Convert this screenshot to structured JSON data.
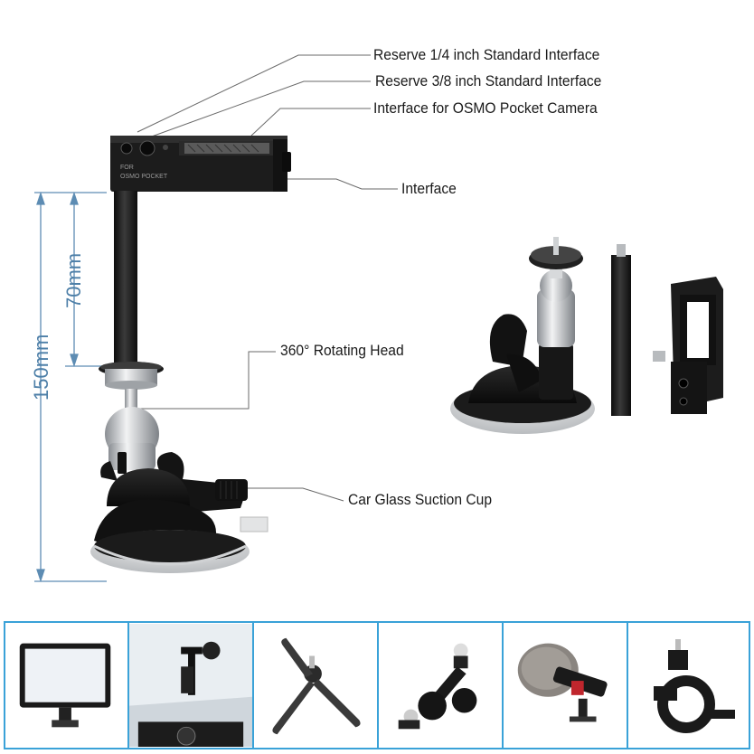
{
  "callouts": {
    "quarter_inch": "Reserve 1/4 inch Standard Interface",
    "three_eighths_inch": "Reserve 3/8 inch Standard Interface",
    "osmo_interface": "Interface for OSMO Pocket Camera",
    "interface": "Interface",
    "rotating_head": "360° Rotating Head",
    "suction_cup": "Car Glass Suction Cup"
  },
  "dimensions": {
    "total_height": "150mm",
    "rod_height": "70mm"
  },
  "product_engraving": {
    "line1": "FOR",
    "line2": "OSMO POCKET"
  },
  "colors": {
    "accent_blue": "#3aa2d8",
    "dimension_blue": "#4d7fa8",
    "metal_black": "#1e1e1e",
    "silver": "#c8ccd0"
  },
  "thumbnails": [
    {
      "icon": "led-panel-light-icon"
    },
    {
      "icon": "car-mount-scene-icon"
    },
    {
      "icon": "mini-tripod-icon"
    },
    {
      "icon": "magic-arm-icon"
    },
    {
      "icon": "microphone-icon"
    },
    {
      "icon": "clamp-mount-icon"
    }
  ]
}
